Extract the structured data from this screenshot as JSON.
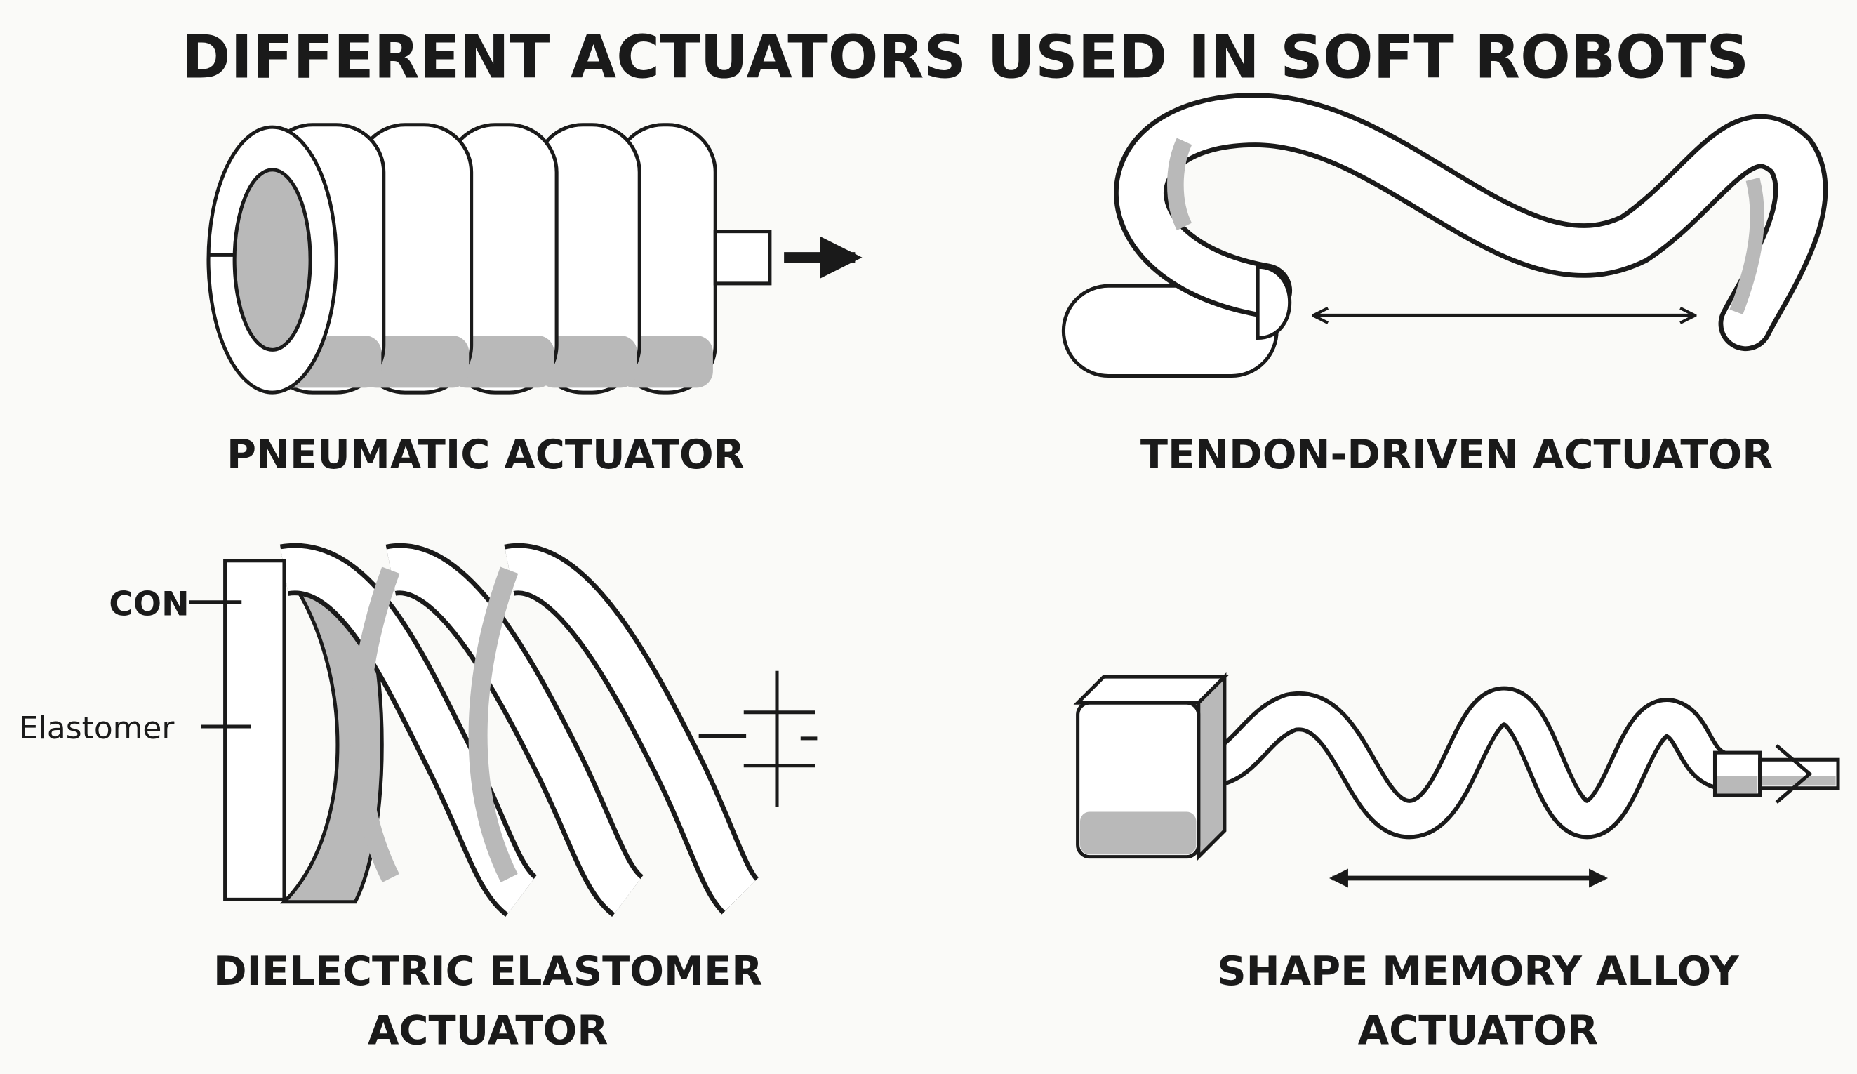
{
  "title": "DIFFERENT ACTUATORS USED IN SOFT ROBOTS",
  "colors": {
    "ink": "#1a1a1a",
    "shade": "#b9b9b9",
    "body": "#ffffff",
    "background": "#fafaf8"
  },
  "panels": {
    "pneumatic": {
      "label": "PNEUMATIC ACTUATOR"
    },
    "tendon": {
      "label": "TENDON-DRIVEN ACTUATOR"
    },
    "dielectric": {
      "label_line1": "DIELECTRIC ELASTOMER",
      "label_line2": "ACTUATOR",
      "callout_top": "CON",
      "callout_bottom": "Elastomer"
    },
    "sma": {
      "label_line1": "SHAPE MEMORY ALLOY",
      "label_line2": "ACTUATOR"
    }
  }
}
